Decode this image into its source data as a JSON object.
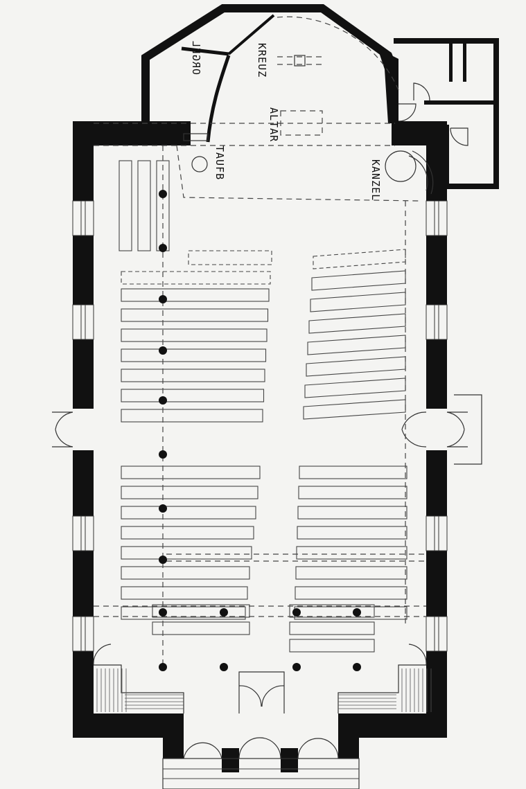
{
  "plan": {
    "labels": {
      "organ": "ORGEL",
      "cross": "KREUZ",
      "altar": "ALTAR",
      "font": "TAUFB",
      "pulpit": "KANZEL"
    }
  }
}
